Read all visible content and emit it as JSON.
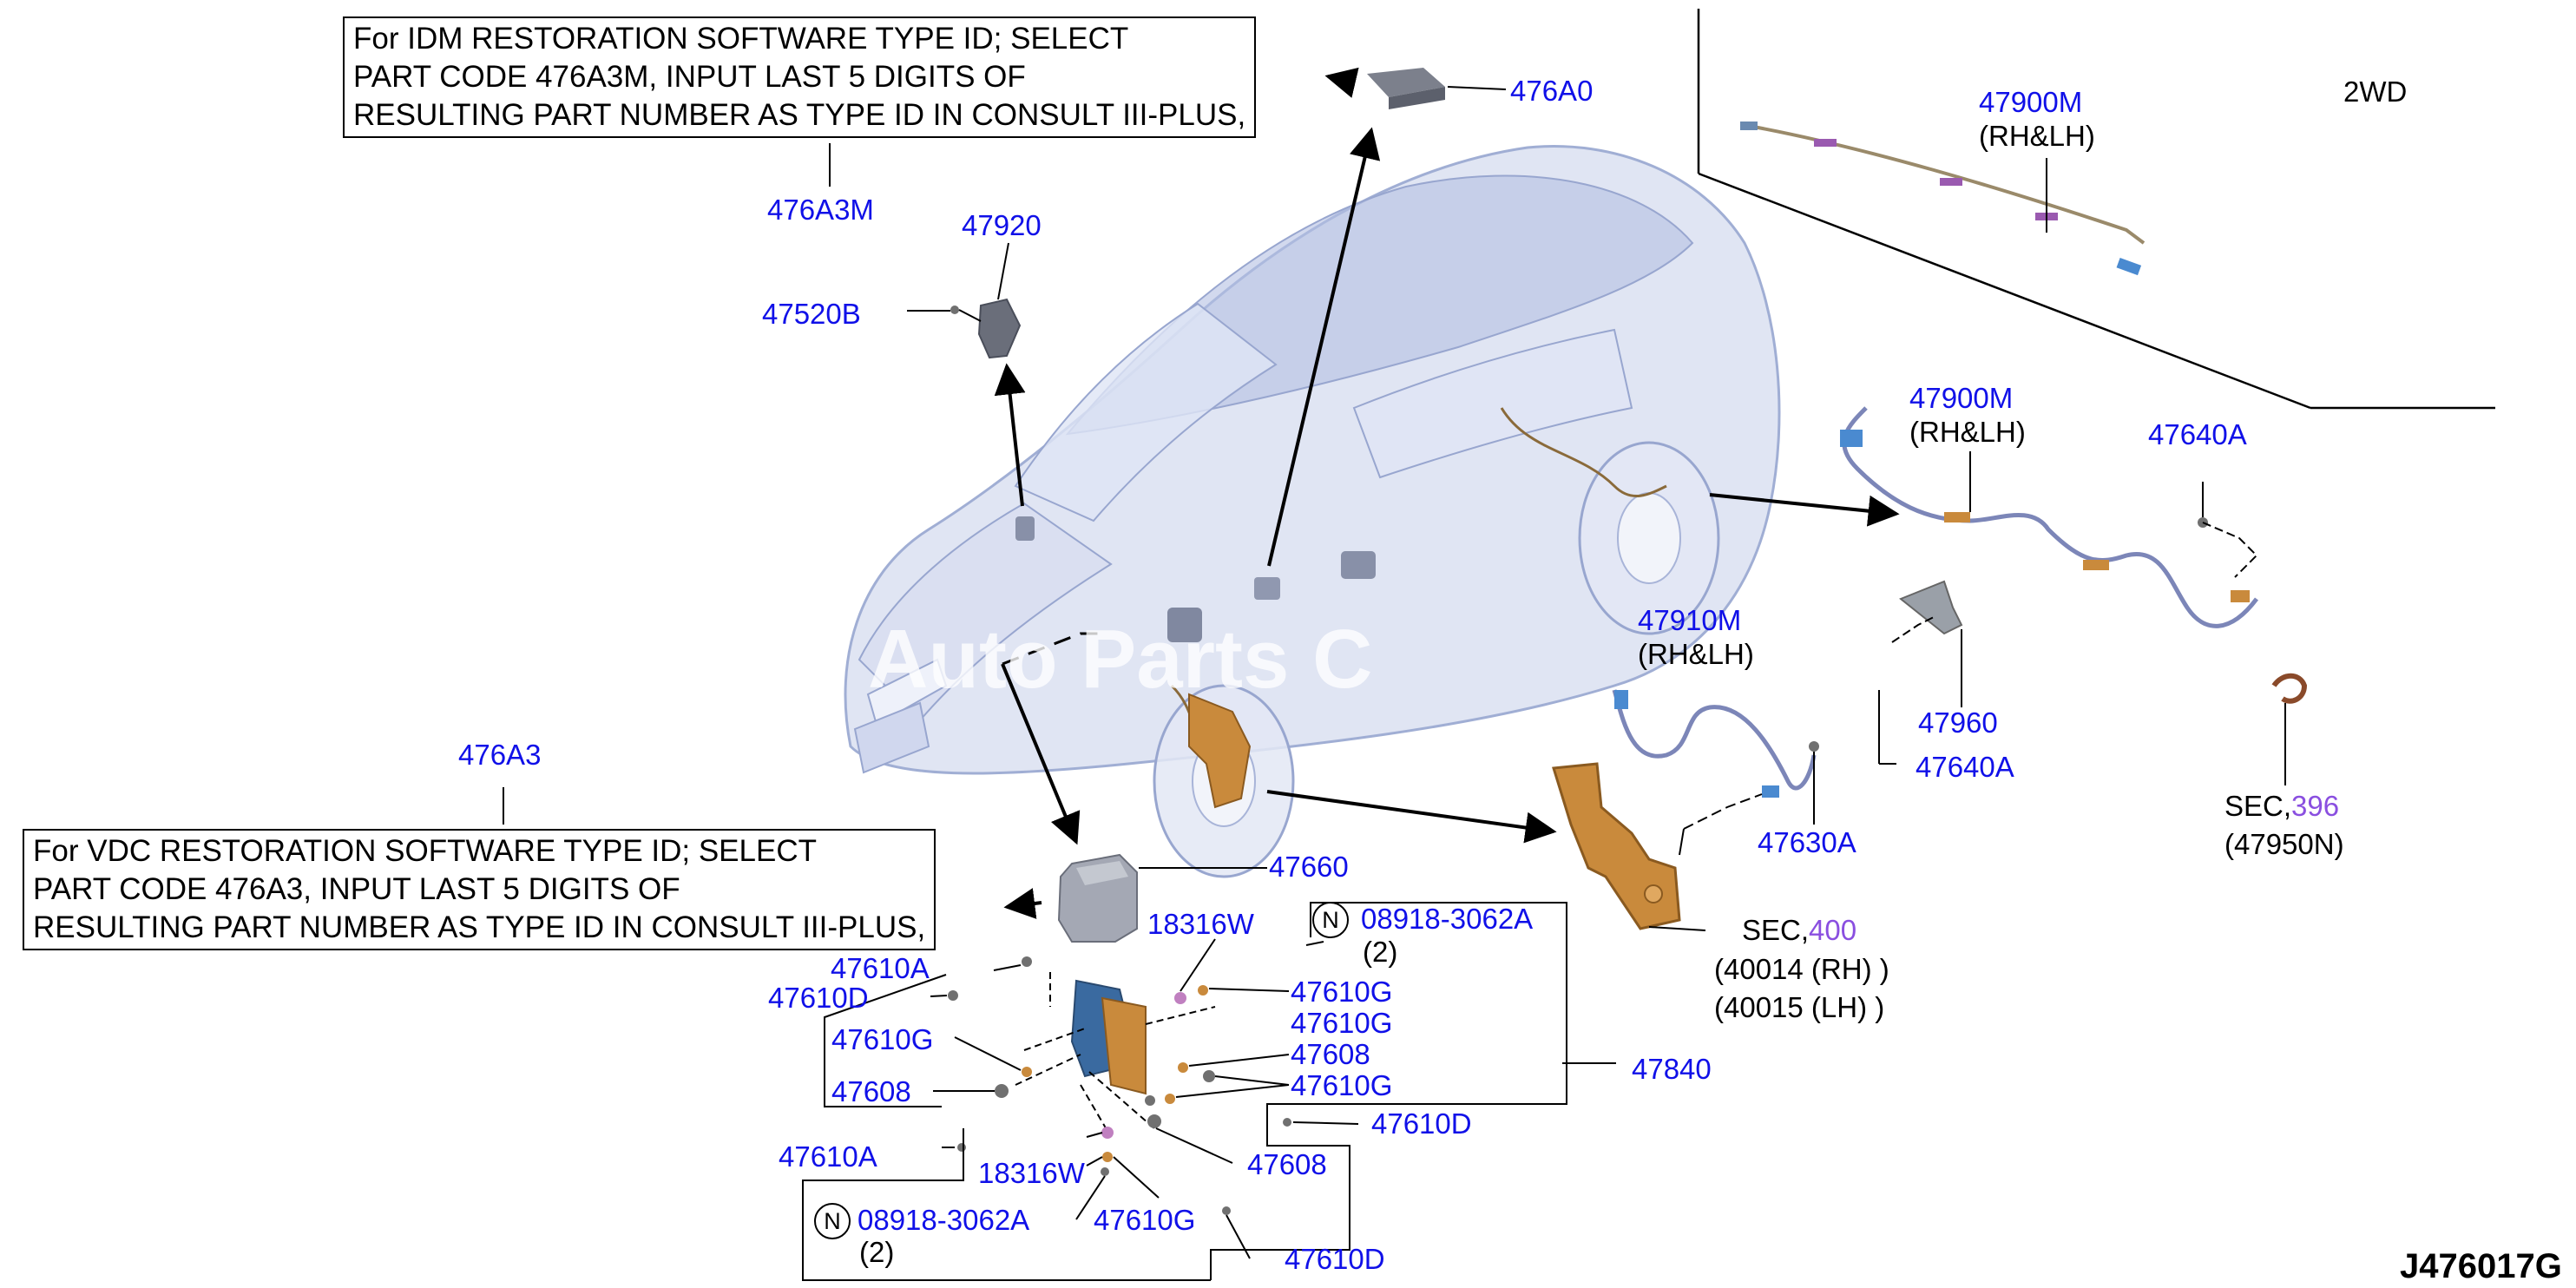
{
  "notes": {
    "idm": [
      "For IDM RESTORATION SOFTWARE TYPE ID; SELECT",
      "PART CODE 476A3M, INPUT LAST 5 DIGITS OF",
      "RESULTING PART NUMBER AS TYPE ID IN CONSULT III-PLUS,"
    ],
    "vdc": [
      "For VDC RESTORATION SOFTWARE TYPE ID; SELECT",
      "PART CODE 476A3, INPUT LAST 5 DIGITS OF",
      "RESULTING PART NUMBER AS TYPE ID IN CONSULT III-PLUS,"
    ]
  },
  "variant": "2WD",
  "watermark": "Auto Parts C",
  "figure_id": "J476017G",
  "n_symbol": "N",
  "parts": {
    "p476A0": "476A0",
    "p476A3M": "476A3M",
    "p47920": "47920",
    "p47520B": "47520B",
    "p47900M_top": "47900M",
    "p47900M_top_sub": "(RH&LH)",
    "p47900M_mid": "47900M",
    "p47900M_mid_sub": "(RH&LH)",
    "p47640A_top": "47640A",
    "p47910M": "47910M",
    "p47910M_sub": "(RH&LH)",
    "p47960": "47960",
    "p47640A_mid": "47640A",
    "p47630A": "47630A",
    "sec396_prefix": "SEC,",
    "sec396_num": "396",
    "sec396_sub": "(47950N)",
    "sec400_prefix": "SEC,",
    "sec400_num": "400",
    "sec400_rh": "(40014 (RH) )",
    "sec400_lh": "(40015 (LH) )",
    "p476A3": "476A3",
    "p47660": "47660",
    "p18316W_top": "18316W",
    "p08918_top": "08918-3062A",
    "p08918_top_qty": "(2)",
    "p47610A_top": "47610A",
    "p47610D_top": "47610D",
    "p47610G_r1": "47610G",
    "p47610G_r2": "47610G",
    "p47608_r": "47608",
    "p47610G_r3": "47610G",
    "p47610G_l": "47610G",
    "p47608_l": "47608",
    "p47840": "47840",
    "p47610D_mid": "47610D",
    "p47610A_bot": "47610A",
    "p18316W_bot": "18316W",
    "p47608_bot": "47608",
    "p08918_bot": "08918-3062A",
    "p08918_bot_qty": "(2)",
    "p47610G_bot": "47610G",
    "p47610D_bot": "47610D"
  },
  "colors": {
    "part_number": "#1010e8",
    "section_number": "#8a4fe0",
    "text": "#000000",
    "vehicle": "#a8b8dc",
    "knuckle": "#c98a3c",
    "harness": "#7c86b8"
  }
}
